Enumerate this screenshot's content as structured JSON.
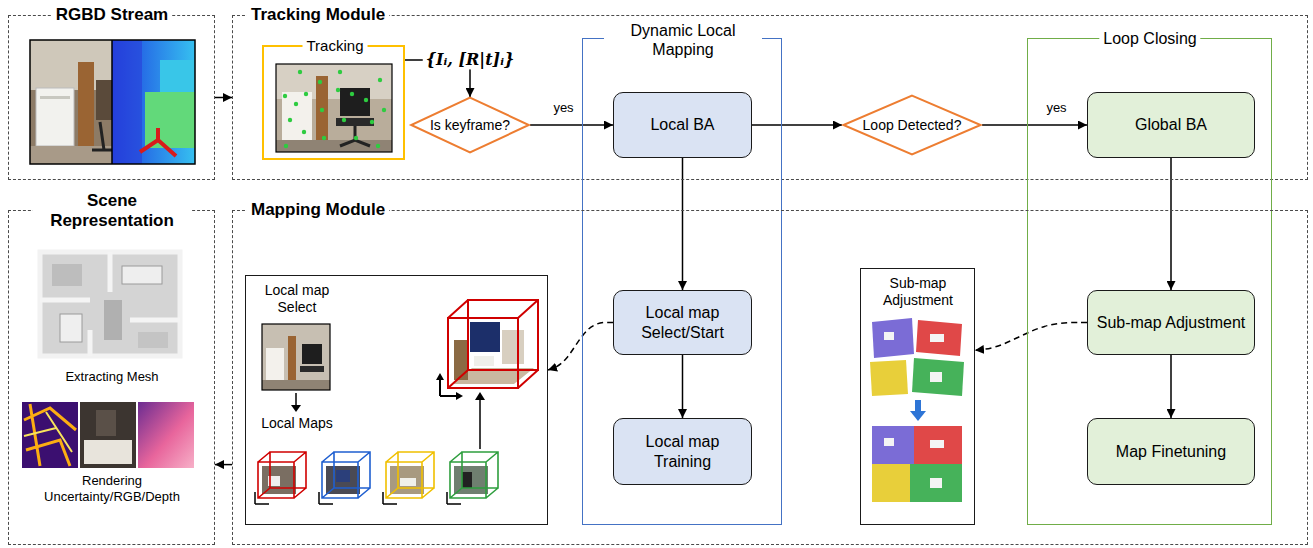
{
  "diagram": {
    "nodes": [
      {
        "text": [
          "RGBD Stream"
        ]
      },
      {
        "text": [
          "Tracking Module"
        ]
      },
      {
        "text": [
          "Tracking"
        ],
        "in": 1
      },
      {
        "text": [
          "Is keyframe?"
        ],
        "in": 1
      },
      {
        "text": [
          "Dynamic Local Mapping"
        ]
      },
      {
        "text": [
          "Local BA"
        ],
        "in": 4
      },
      {
        "text": [
          "Loop Detected?"
        ],
        "in": 1
      },
      {
        "text": [
          "Loop Closing"
        ]
      },
      {
        "text": [
          "Global BA"
        ],
        "in": 7
      },
      {
        "text": [
          "Scene Representation",
          "Extracting Mesh",
          "Rendering Uncertainty/RGB/Depth"
        ]
      },
      {
        "text": [
          "Mapping Module"
        ]
      },
      {
        "text": [
          "Local map Select",
          "Local Maps"
        ],
        "in": 10
      },
      {
        "text": [
          "Local map Select/Start"
        ],
        "in": 4
      },
      {
        "text": [
          "Local map Training"
        ],
        "in": 4
      },
      {
        "text": [
          "Sub-map Adjustment"
        ],
        "in": 10
      },
      {
        "text": [
          "Sub-map Adjustment"
        ],
        "in": 7
      },
      {
        "text": [
          "Map Finetuning"
        ],
        "in": 7
      }
    ],
    "edges": [
      {
        "from": 0,
        "to": 1,
        "arrow": "to"
      },
      {
        "from": 2,
        "to": 3,
        "label": "{Iᵢ, [R|t]ᵢ}",
        "arrow": "to"
      },
      {
        "from": 3,
        "to": 5,
        "label": "yes",
        "arrow": "to"
      },
      {
        "from": 5,
        "to": 6,
        "arrow": "to"
      },
      {
        "from": 6,
        "to": 8,
        "label": "yes",
        "arrow": "to"
      },
      {
        "from": 5,
        "to": 12,
        "arrow": "to"
      },
      {
        "from": 12,
        "to": 13,
        "arrow": "to"
      },
      {
        "from": 12,
        "to": 11,
        "arrow": "to"
      },
      {
        "from": 8,
        "to": 15,
        "arrow": "to"
      },
      {
        "from": 15,
        "to": 16,
        "arrow": "to"
      },
      {
        "from": 15,
        "to": 14,
        "arrow": "to"
      },
      {
        "from": 10,
        "to": 9,
        "arrow": "to"
      }
    ]
  }
}
